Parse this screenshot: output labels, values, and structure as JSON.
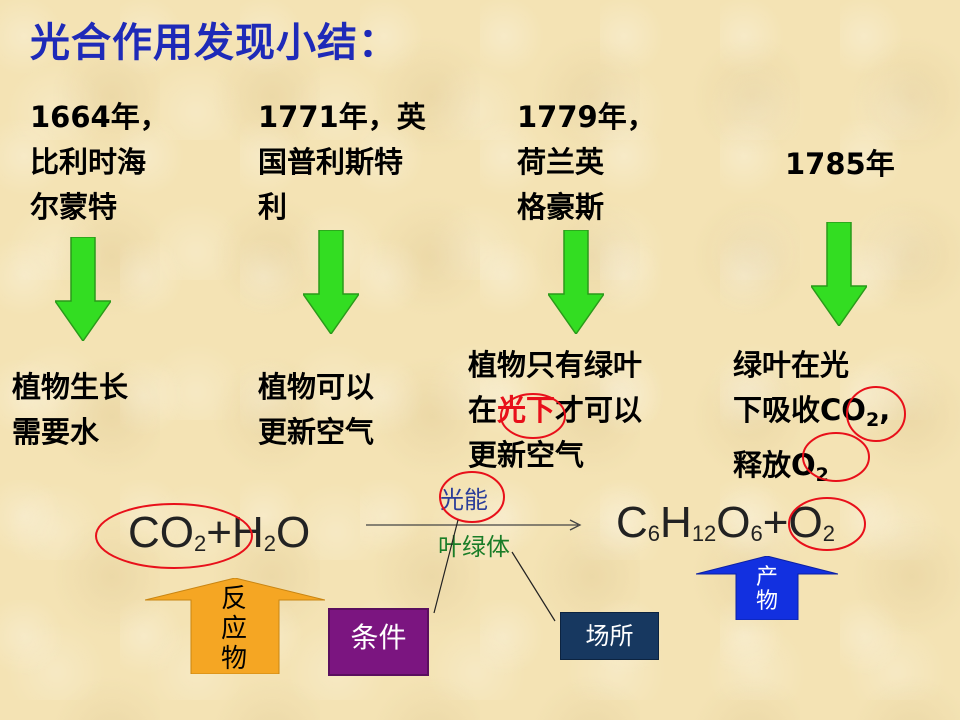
{
  "title": "光合作用发现小结：",
  "discoveries": [
    {
      "text": "1664年，\n比利时海\n尔蒙特"
    },
    {
      "text": "1771年，英\n国普利斯特\n利"
    },
    {
      "text": "1779年，\n荷兰英\n格豪斯"
    },
    {
      "text": "1785年"
    }
  ],
  "results": {
    "r1": {
      "line1": "植物生长",
      "line2": "需要水"
    },
    "r2": {
      "line1": "植物可以",
      "line2": "更新空气"
    },
    "r3": {
      "line1": "植物只有绿叶",
      "line2_pre": "在",
      "line2_hl": "光下",
      "line2_post": "才可以",
      "line3": "更新空气"
    },
    "r4": {
      "line1": "绿叶在光",
      "line2_pre": "下吸收",
      "line2_chem": "CO",
      "line2_sub": "2",
      "line2_post": ",",
      "line3_pre": "释放",
      "line3_chem": "O",
      "line3_sub": "2"
    }
  },
  "equation": {
    "reactant1": "CO",
    "reactant1_sub": "2",
    "plus1": "+",
    "reactant2_a": "H",
    "reactant2_sub": "2",
    "reactant2_b": "O",
    "condition_top": "光能",
    "condition_bottom": "叶绿体",
    "product1_a": "C",
    "product1_sub1": "6",
    "product1_b": "H",
    "product1_sub2": "12",
    "product1_c": "O",
    "product1_sub3": "6",
    "plus2": "+",
    "product2": "O",
    "product2_sub": "2"
  },
  "labels": {
    "reactants": "反\n应\n物",
    "condition": "条件",
    "location": "场所",
    "products": "产\n物"
  },
  "colors": {
    "title": "#1e2ab8",
    "arrow_green": "#33dd22",
    "highlight_red": "#e8101a",
    "orange_arrow": "#f5a623",
    "purple_box": "#7b1580",
    "navy_box": "#173860",
    "blue_arrow": "#1230e0",
    "cond_top": "#2a3d99",
    "cond_bottom": "#1a7d28"
  }
}
